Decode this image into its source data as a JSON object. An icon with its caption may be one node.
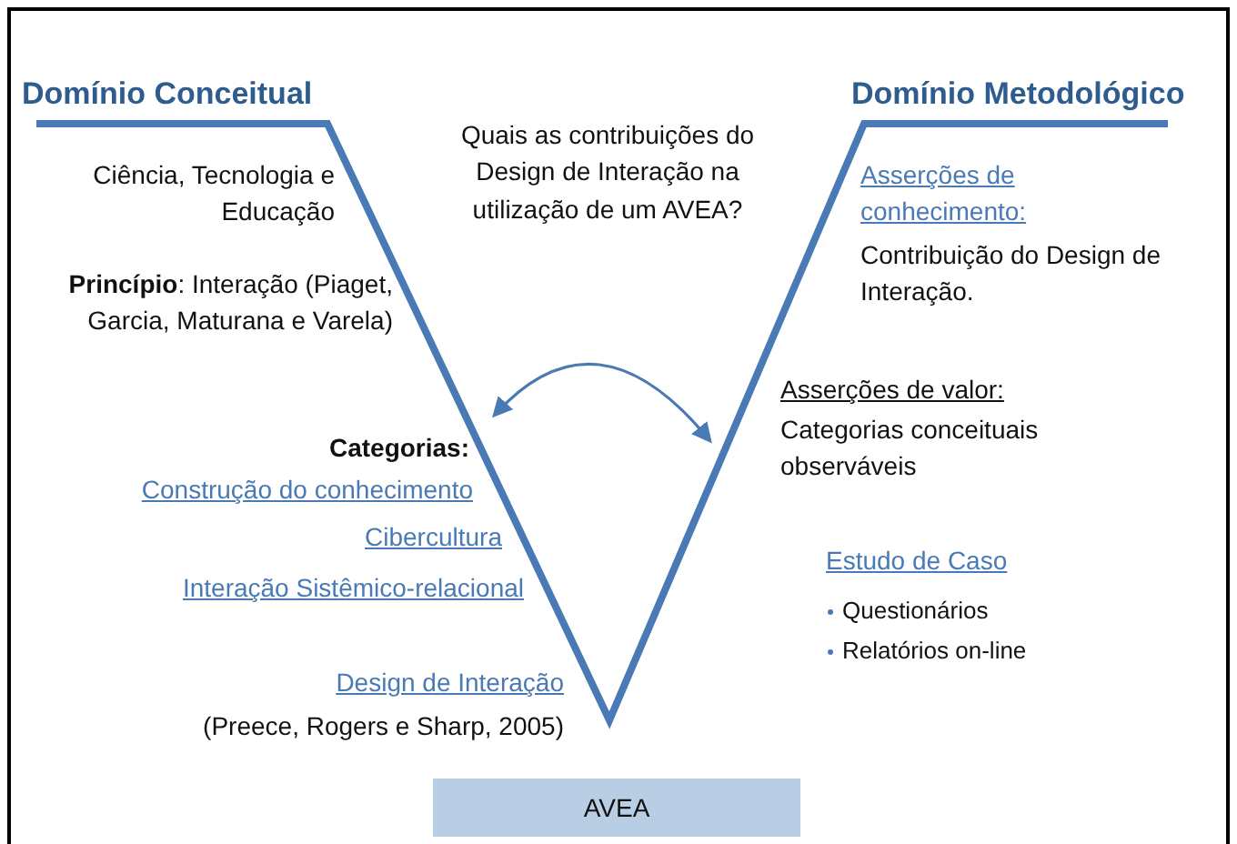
{
  "diagram": {
    "nodes": [
      {
        "text": [
          "AVEA"
        ]
      }
    ],
    "labels": [
      "Domínio Conceitual",
      "Domínio Metodológico",
      "Quais as contribuições do Design de Interação na utilização de um AVEA?",
      "Ciência, Tecnologia e Educação",
      "**Princípio**:   Interação (Piaget, Garcia, Maturana e Varela)",
      "Asserções de conhecimento:",
      "Contribuição do Design de Interação.",
      "Asserções de valor:",
      "Categorias conceituais observáveis",
      "Categorias:",
      "Construção do conhecimento",
      "Cibercultura",
      "Interação Sistêmico-relacional",
      "Estudo de Caso",
      "Questionários",
      "Relatórios on-line",
      "Design de Interação",
      "(Preece, Rogers e Sharp, 2005)"
    ]
  }
}
